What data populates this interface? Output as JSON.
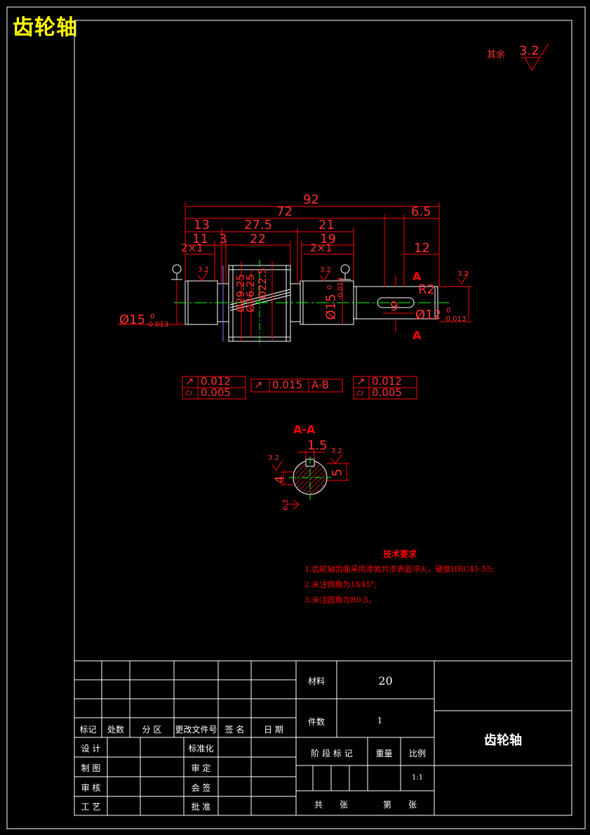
{
  "drawing_title": "齿轮轴",
  "roughness_note": {
    "label": "其余",
    "value": "3.2"
  },
  "dimensions": {
    "overall_92": "92",
    "len_72": "72",
    "len_6_5": "6.5",
    "len_13": "13",
    "len_27_5": "27.5",
    "len_21": "21",
    "len_11": "11",
    "len_3": "3",
    "len_22": "22",
    "len_19": "19",
    "len_12": "12",
    "chamfer_left": "2×1",
    "chamfer_right": "2×1",
    "dia_left": "Ø15",
    "dia_left_tol_upper": "0",
    "dia_left_tol_lower": "-0.013",
    "dia_mid": "Ø15",
    "dia_mid_tol_upper": "0",
    "dia_mid_tol_lower": "-0.013",
    "dia_end": "Ø12",
    "dia_end_tol_upper": "0",
    "dia_end_tol_lower": "-0.013",
    "gear_d1": "Ø29.25",
    "gear_d2": "Ø26.25",
    "gear_d3": "Ø22.5",
    "radius_r2": "R2",
    "keyway_len": "9",
    "section_label_top": "A",
    "section_label_bottom": "A",
    "roughness_1": "3.2",
    "roughness_2": "3.2",
    "roughness_3": "3.2"
  },
  "tolerance_frames": [
    {
      "symbol": "↗",
      "value": "0.012"
    },
    {
      "symbol": "⌭",
      "value": "0.005"
    },
    {
      "symbol": "↗",
      "value": "0.015",
      "datum": "A-B"
    },
    {
      "symbol": "↗",
      "value": "0.012"
    },
    {
      "symbol": "⌭",
      "value": "0.005"
    }
  ],
  "section_view": {
    "title": "A-A",
    "dim_width": "1.5",
    "dim_depth": "5",
    "dim_4": "4",
    "roughness_top_left": "3.2",
    "roughness_top_right": "3.2",
    "roughness_bottom": "6.3"
  },
  "technical_requirements": {
    "title": "技术要求",
    "items": [
      "1.齿轮轴齿面采用渗氮共渗表面淬火，硬度HRC45-55;",
      "2.未注倒角为1X45°;",
      "3.未注圆角为R0.5。"
    ]
  },
  "title_block": {
    "header_cols": [
      "标记",
      "处数",
      "分 区",
      "更改文件号",
      "签 名",
      "日 期"
    ],
    "row_labels_left": [
      "设 计",
      "制 图",
      "审 核",
      "工 艺"
    ],
    "row_labels_mid": [
      "标准化",
      "审 定",
      "会 签",
      "批 准"
    ],
    "material_label": "材料",
    "material_value": "20",
    "count_label": "件数",
    "count_value": "1",
    "stage_label": "阶 段 标 记",
    "weight_label": "重量",
    "scale_label": "比例",
    "scale_value": "1:1",
    "total_label": "共",
    "sheets_label": "张",
    "page_label": "第",
    "page_sheets_label": "张",
    "part_name": "齿轮轴"
  }
}
